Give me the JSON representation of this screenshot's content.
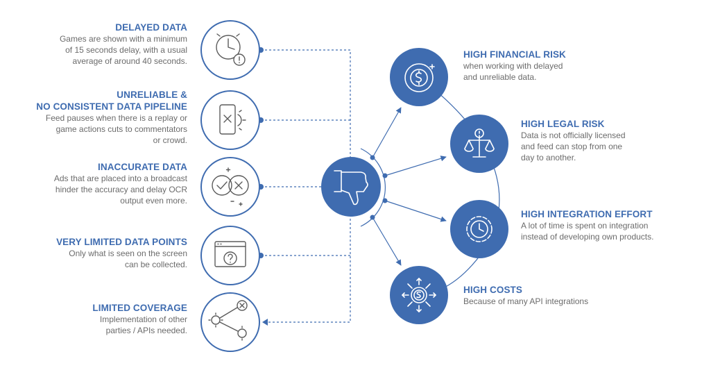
{
  "problems": [
    {
      "title": "DELAYED DATA",
      "lines": [
        "Games are shown with a minimum",
        "of 15 seconds delay, with a usual",
        "average of around 40 seconds."
      ],
      "icon": "clock-alert-icon"
    },
    {
      "title_lines": [
        "UNRELIABLE &",
        "NO CONSISTENT DATA PIPELINE"
      ],
      "lines": [
        "Feed pauses when there is a replay or",
        "game actions cuts to commentators",
        "or crowd."
      ],
      "icon": "broken-phone-icon"
    },
    {
      "title": "INACCURATE DATA",
      "lines": [
        "Ads that are placed into a broadcast",
        "hinder the accuracy and delay OCR",
        "output even more."
      ],
      "icon": "check-cross-icon"
    },
    {
      "title": "VERY LIMITED DATA POINTS",
      "lines": [
        "Only what is seen on the screen",
        "can be collected."
      ],
      "icon": "browser-question-icon"
    },
    {
      "title": "LIMITED COVERAGE",
      "lines": [
        "Implementation of other",
        "parties / APIs needed."
      ],
      "icon": "network-nodes-icon"
    }
  ],
  "center": {
    "icon": "thumbs-down-icon"
  },
  "consequences": [
    {
      "title": "HIGH FINANCIAL RISK",
      "lines": [
        "when working with delayed",
        "and unreliable data."
      ],
      "icon": "dollar-risk-icon"
    },
    {
      "title": "HIGH LEGAL RISK",
      "lines": [
        "Data is not officially licensed",
        "and feed can stop from one",
        "day to another."
      ],
      "icon": "scales-icon"
    },
    {
      "title": "HIGH INTEGRATION EFFORT",
      "lines": [
        "A lot of time is spent on integration",
        "instead of developing own products."
      ],
      "icon": "gear-clock-icon"
    },
    {
      "title": "HIGH COSTS",
      "lines": [
        "Because of many API integrations"
      ],
      "icon": "dollar-arrows-icon"
    }
  ],
  "colors": {
    "accent": "#3f6cb0",
    "title": "#3f6cb0",
    "text": "#6b6b6b",
    "icon": "#5b5b5b"
  }
}
